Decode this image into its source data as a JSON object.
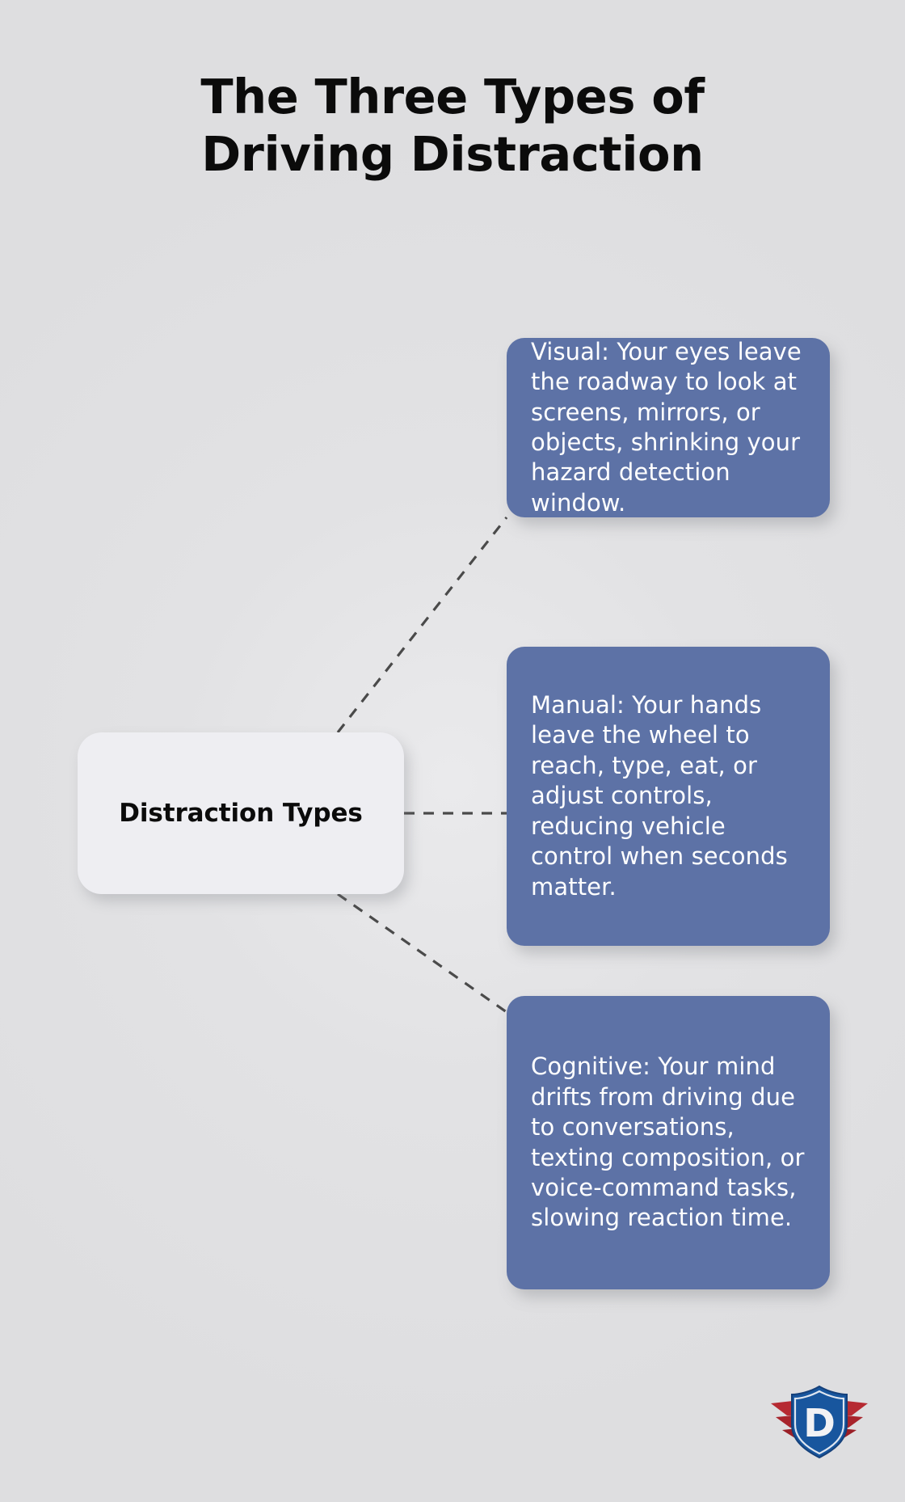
{
  "page": {
    "title": "The Three Types of Driving Distraction",
    "background_color": "#e2e2e4",
    "accent_color": "#5d72a6"
  },
  "diagram": {
    "type": "mind-map",
    "center_node": {
      "label": "Distraction Types",
      "background_color": "#eeeef2",
      "text_color": "#0b0b0b"
    },
    "connector": {
      "style": "dashed",
      "color": "#4a4a4a"
    },
    "branches": [
      {
        "key": "visual",
        "text": "Visual: Your eyes leave the roadway to look at screens, mirrors, or objects, shrinking your hazard detection window.",
        "background_color": "#5d72a6",
        "text_color": "#ffffff"
      },
      {
        "key": "manual",
        "text": "Manual: Your hands leave the wheel to reach, type, eat, or adjust controls, reducing vehicle control when seconds matter.",
        "background_color": "#5d72a6",
        "text_color": "#ffffff"
      },
      {
        "key": "cognitive",
        "text": "Cognitive: Your mind drifts from driving due to conversations, texting composition, or voice-command tasks, slowing reaction time.",
        "background_color": "#5d72a6",
        "text_color": "#ffffff"
      }
    ]
  },
  "logo": {
    "name": "winged-shield-d-logo",
    "letter": "D",
    "shield_color": "#18569e",
    "shield_border_color": "#1b3f73",
    "wing_color": "#b62a32",
    "letter_color": "#f2f2f4"
  }
}
